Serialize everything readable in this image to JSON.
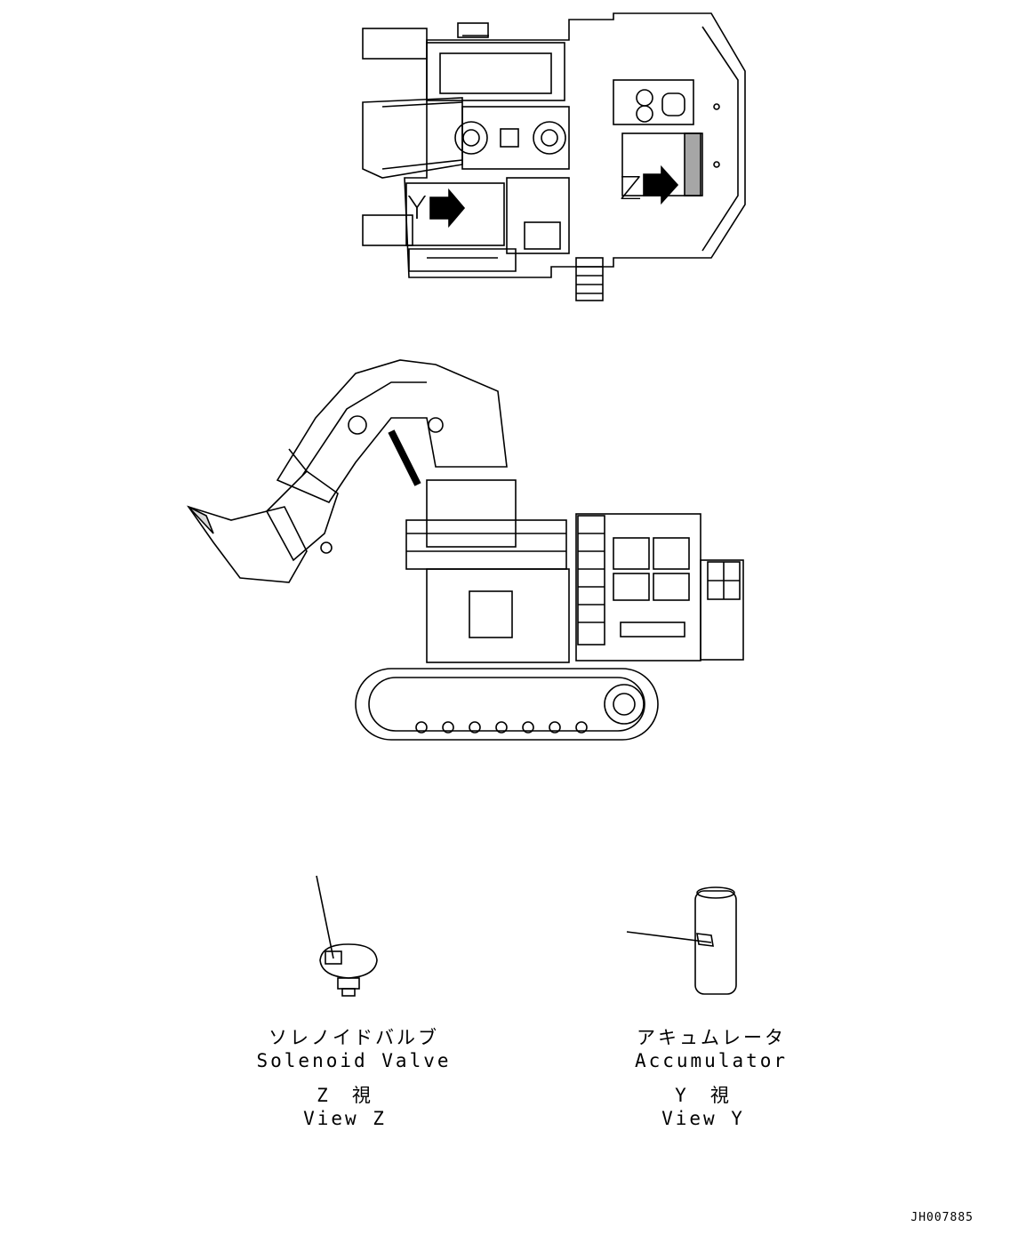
{
  "top_view": {
    "y_marker": "Y",
    "z_marker": "Z"
  },
  "callouts": {
    "solenoid": {
      "jp": "ソレノイドバルブ",
      "en": "Solenoid Valve",
      "view_jp": "Z　視",
      "view_en": "View Z"
    },
    "accumulator": {
      "jp": "アキュムレータ",
      "en": "Accumulator",
      "view_jp": "Y　視",
      "view_en": "View Y"
    }
  },
  "document_id": "JH007885"
}
